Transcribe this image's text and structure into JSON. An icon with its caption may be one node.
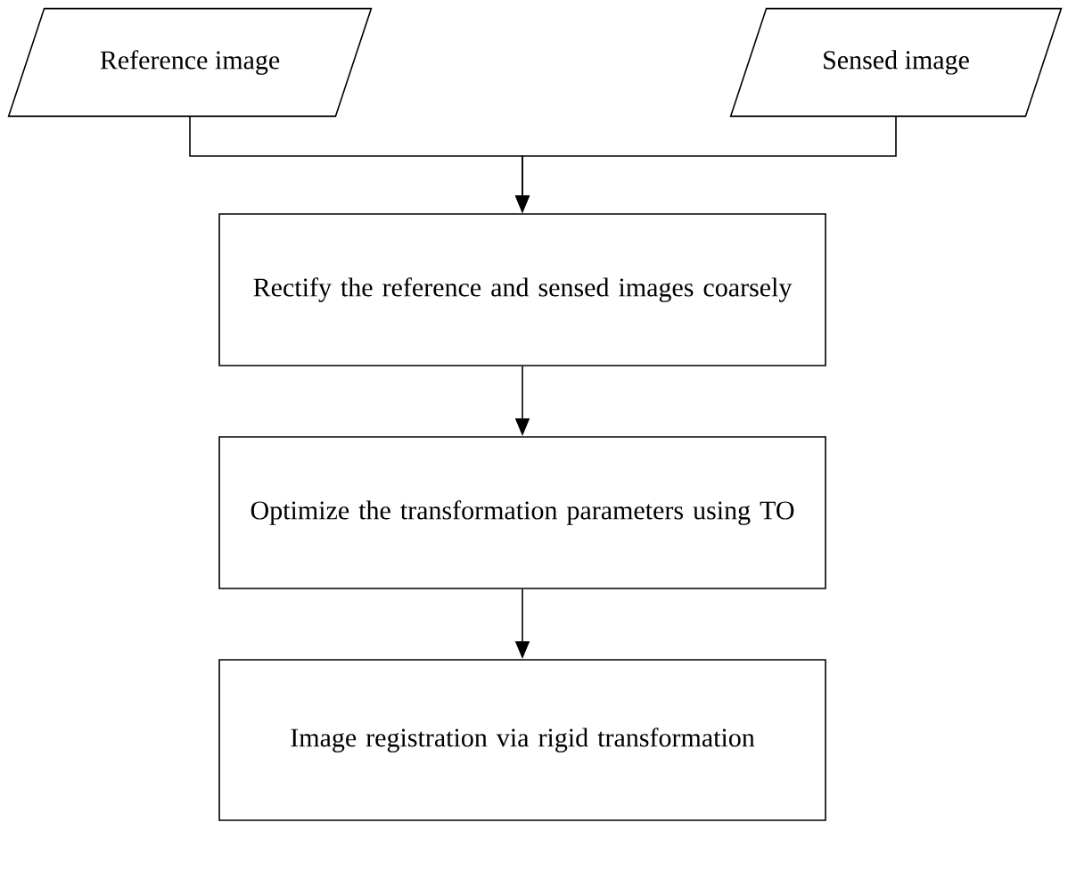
{
  "diagram": {
    "nodes": [
      {
        "text": [
          "Reference image"
        ]
      },
      {
        "text": [
          "Sensed image"
        ]
      },
      {
        "text": [
          "Rectify the reference and sensed images coarsely"
        ]
      },
      {
        "text": [
          "Optimize the transformation parameters using TO"
        ]
      },
      {
        "text": [
          "Image registration via rigid transformation"
        ]
      }
    ],
    "edges": [
      {
        "from": 0,
        "to": 2,
        "arrow": "to"
      },
      {
        "from": 1,
        "to": 2,
        "arrow": "to"
      },
      {
        "from": 2,
        "to": 3,
        "arrow": "to"
      },
      {
        "from": 3,
        "to": 4,
        "arrow": "to"
      }
    ]
  }
}
